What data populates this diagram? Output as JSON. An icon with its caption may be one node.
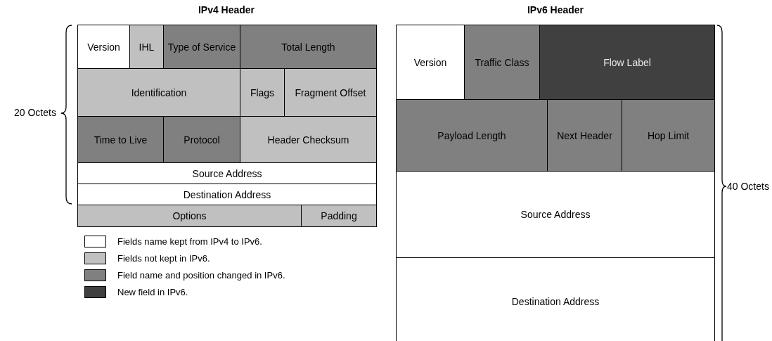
{
  "diagram": {
    "nodes": [
      {
        "text": [
          "Version"
        ]
      },
      {
        "text": [
          "IHL"
        ]
      },
      {
        "text": [
          "Type of Service"
        ]
      },
      {
        "text": [
          "Total Length"
        ]
      },
      {
        "text": [
          "Identification"
        ]
      },
      {
        "text": [
          "Flags"
        ]
      },
      {
        "text": [
          "Fragment Offset"
        ]
      },
      {
        "text": [
          "Time to Live"
        ]
      },
      {
        "text": [
          "Protocol"
        ]
      },
      {
        "text": [
          "Header Checksum"
        ]
      },
      {
        "text": [
          "Source Address"
        ]
      },
      {
        "text": [
          "Destination Address"
        ]
      },
      {
        "text": [
          "Options"
        ]
      },
      {
        "text": [
          "Padding"
        ]
      },
      {
        "text": [
          "Version"
        ]
      },
      {
        "text": [
          "Traffic Class"
        ]
      },
      {
        "text": [
          "Flow Label"
        ]
      },
      {
        "text": [
          "Payload Length"
        ]
      },
      {
        "text": [
          "Next Header"
        ]
      },
      {
        "text": [
          "Hop Limit"
        ]
      },
      {
        "text": [
          "Source Address"
        ]
      },
      {
        "text": [
          "Destination Address"
        ]
      }
    ],
    "edges": [],
    "labels": [
      "IPv4 Header",
      "IPv6 Header",
      "20 Octets",
      "40 Octets"
    ],
    "legend": [
      {
        "text": "Fields name kept from IPv4 to IPv6.",
        "color": "#ffffff"
      },
      {
        "text": "Fields not kept in IPv6.",
        "color": "#c0c0c0"
      },
      {
        "text": "Field name and position changed in IPv6.",
        "color": "#808080"
      },
      {
        "text": "New field in IPv6.",
        "color": "#404040"
      }
    ]
  }
}
